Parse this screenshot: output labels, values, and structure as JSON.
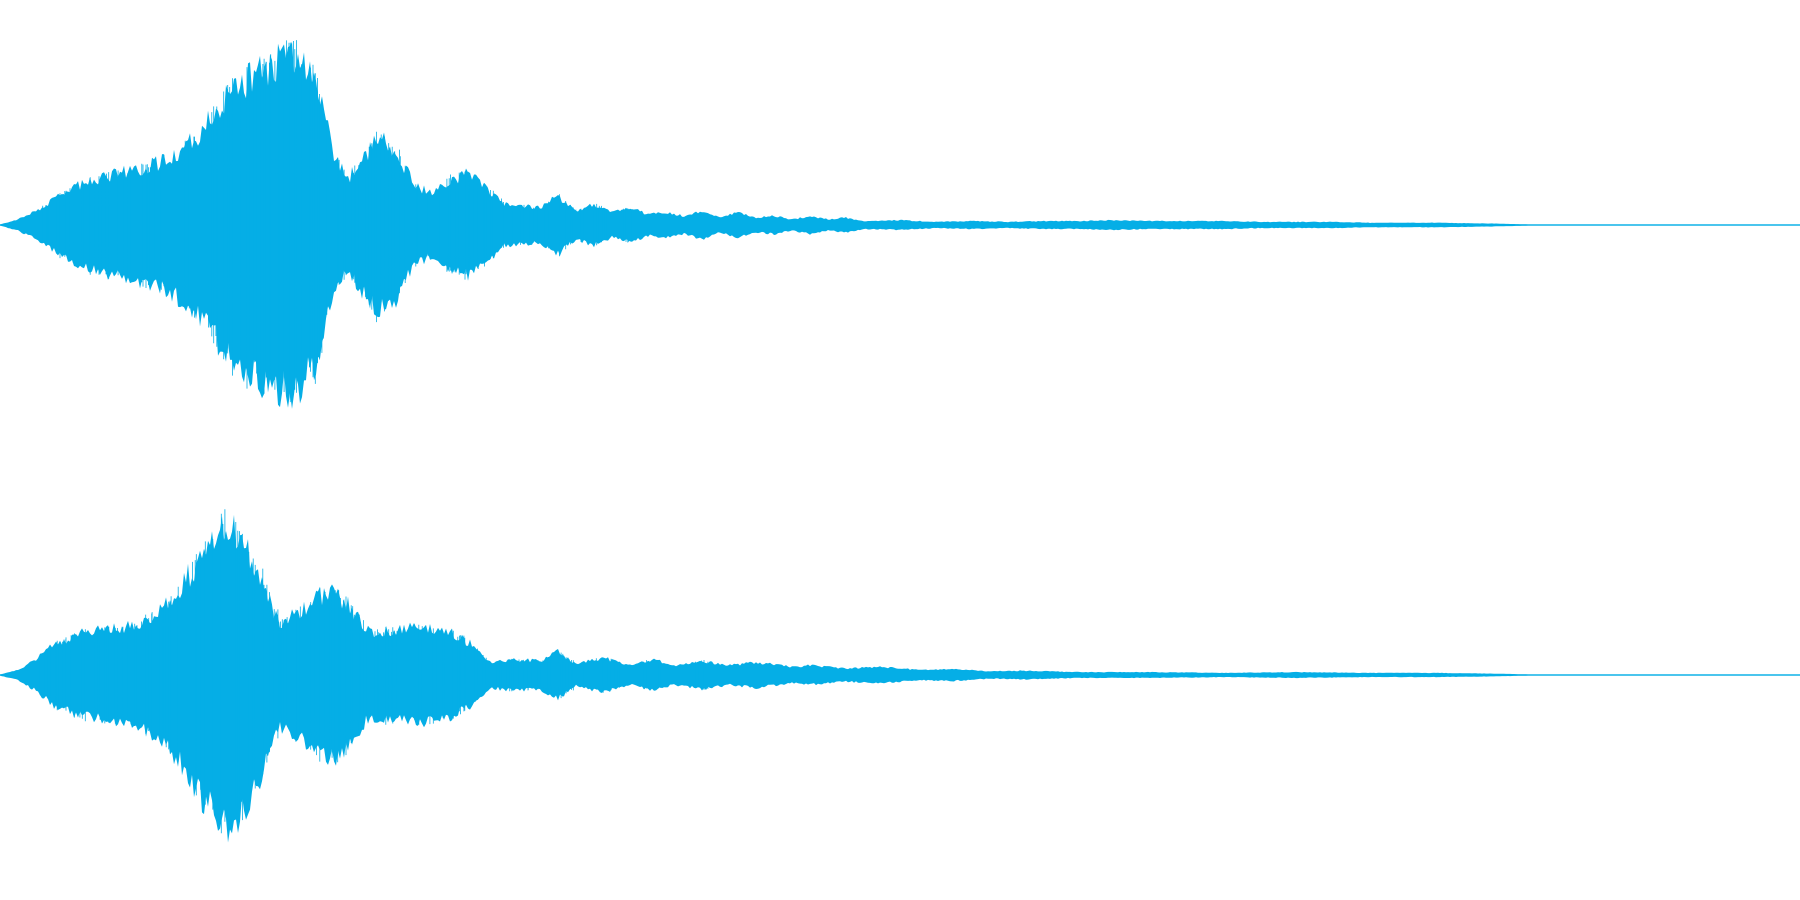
{
  "colors": {
    "background": "#ffffff",
    "waveform": "#05aee6"
  },
  "channels": [
    {
      "id": "channel-1",
      "envelope": [
        [
          0.0,
          0.0
        ],
        [
          0.01,
          0.03
        ],
        [
          0.02,
          0.08
        ],
        [
          0.03,
          0.15
        ],
        [
          0.045,
          0.24
        ],
        [
          0.06,
          0.29
        ],
        [
          0.08,
          0.34
        ],
        [
          0.095,
          0.4
        ],
        [
          0.11,
          0.52
        ],
        [
          0.125,
          0.75
        ],
        [
          0.14,
          0.88
        ],
        [
          0.155,
          0.98
        ],
        [
          0.165,
          1.0
        ],
        [
          0.175,
          0.85
        ],
        [
          0.185,
          0.44
        ],
        [
          0.193,
          0.26
        ],
        [
          0.2,
          0.38
        ],
        [
          0.21,
          0.52
        ],
        [
          0.22,
          0.44
        ],
        [
          0.23,
          0.24
        ],
        [
          0.24,
          0.18
        ],
        [
          0.25,
          0.27
        ],
        [
          0.26,
          0.3
        ],
        [
          0.27,
          0.22
        ],
        [
          0.28,
          0.12
        ],
        [
          0.29,
          0.11
        ],
        [
          0.3,
          0.1
        ],
        [
          0.31,
          0.17
        ],
        [
          0.32,
          0.08
        ],
        [
          0.33,
          0.12
        ],
        [
          0.34,
          0.07
        ],
        [
          0.35,
          0.1
        ],
        [
          0.36,
          0.06
        ],
        [
          0.37,
          0.07
        ],
        [
          0.38,
          0.05
        ],
        [
          0.39,
          0.08
        ],
        [
          0.4,
          0.04
        ],
        [
          0.41,
          0.07
        ],
        [
          0.42,
          0.04
        ],
        [
          0.43,
          0.05
        ],
        [
          0.44,
          0.03
        ],
        [
          0.45,
          0.05
        ],
        [
          0.46,
          0.03
        ],
        [
          0.47,
          0.04
        ],
        [
          0.48,
          0.02
        ],
        [
          0.5,
          0.025
        ],
        [
          0.52,
          0.015
        ],
        [
          0.54,
          0.02
        ],
        [
          0.56,
          0.015
        ],
        [
          0.58,
          0.02
        ],
        [
          0.6,
          0.02
        ],
        [
          0.62,
          0.025
        ],
        [
          0.64,
          0.02
        ],
        [
          0.66,
          0.02
        ],
        [
          0.68,
          0.02
        ],
        [
          0.7,
          0.015
        ],
        [
          0.72,
          0.015
        ],
        [
          0.74,
          0.015
        ],
        [
          0.76,
          0.01
        ],
        [
          0.78,
          0.01
        ],
        [
          0.8,
          0.01
        ],
        [
          0.83,
          0.005
        ],
        [
          0.85,
          0.0
        ],
        [
          1.0,
          0.0
        ]
      ]
    },
    {
      "id": "channel-2",
      "envelope": [
        [
          0.0,
          0.0
        ],
        [
          0.01,
          0.03
        ],
        [
          0.02,
          0.1
        ],
        [
          0.03,
          0.2
        ],
        [
          0.045,
          0.27
        ],
        [
          0.06,
          0.3
        ],
        [
          0.075,
          0.33
        ],
        [
          0.09,
          0.42
        ],
        [
          0.105,
          0.66
        ],
        [
          0.115,
          0.86
        ],
        [
          0.125,
          1.0
        ],
        [
          0.135,
          0.9
        ],
        [
          0.145,
          0.66
        ],
        [
          0.155,
          0.34
        ],
        [
          0.165,
          0.4
        ],
        [
          0.175,
          0.52
        ],
        [
          0.185,
          0.55
        ],
        [
          0.195,
          0.44
        ],
        [
          0.205,
          0.28
        ],
        [
          0.22,
          0.3
        ],
        [
          0.235,
          0.31
        ],
        [
          0.25,
          0.28
        ],
        [
          0.262,
          0.2
        ],
        [
          0.272,
          0.08
        ],
        [
          0.285,
          0.1
        ],
        [
          0.3,
          0.09
        ],
        [
          0.31,
          0.15
        ],
        [
          0.32,
          0.07
        ],
        [
          0.335,
          0.11
        ],
        [
          0.35,
          0.06
        ],
        [
          0.362,
          0.1
        ],
        [
          0.375,
          0.06
        ],
        [
          0.39,
          0.09
        ],
        [
          0.405,
          0.06
        ],
        [
          0.42,
          0.08
        ],
        [
          0.44,
          0.05
        ],
        [
          0.45,
          0.06
        ],
        [
          0.47,
          0.04
        ],
        [
          0.49,
          0.05
        ],
        [
          0.51,
          0.03
        ],
        [
          0.53,
          0.035
        ],
        [
          0.55,
          0.02
        ],
        [
          0.57,
          0.025
        ],
        [
          0.6,
          0.015
        ],
        [
          0.64,
          0.015
        ],
        [
          0.68,
          0.01
        ],
        [
          0.72,
          0.015
        ],
        [
          0.76,
          0.01
        ],
        [
          0.8,
          0.01
        ],
        [
          0.83,
          0.005
        ],
        [
          0.85,
          0.0
        ],
        [
          1.0,
          0.0
        ]
      ]
    }
  ]
}
